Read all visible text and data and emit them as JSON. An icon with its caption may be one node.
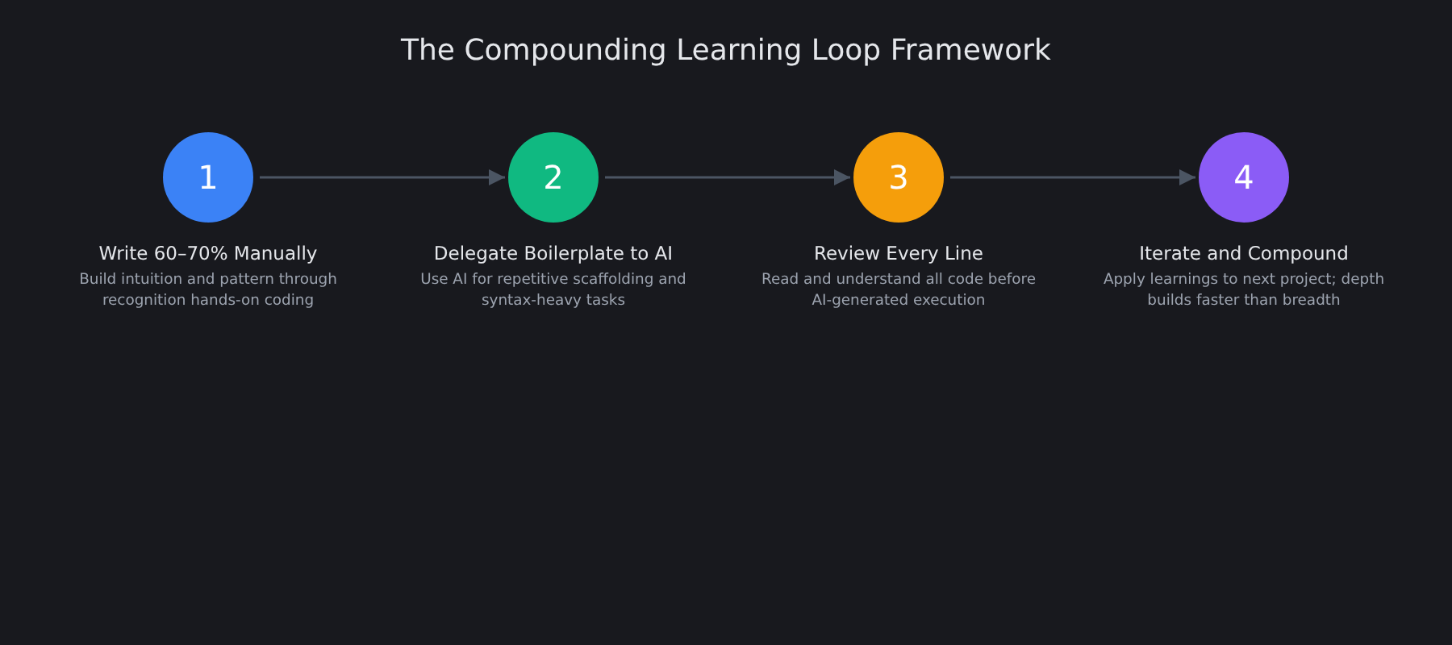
{
  "diagram": {
    "title": "The Compounding Learning Loop Framework",
    "nodes": [
      {
        "text": [
          "1",
          "Write 60–70% Manually",
          "Build intuition and pattern through recognition hands-on coding"
        ]
      },
      {
        "text": [
          "2",
          "Delegate Boilerplate to AI",
          "Use AI for repetitive scaffolding and syntax-heavy tasks"
        ]
      },
      {
        "text": [
          "3",
          "Review Every Line",
          "Read and understand all code before AI-generated execution"
        ]
      },
      {
        "text": [
          "4",
          "Iterate and Compound",
          "Apply learnings to next project; depth builds faster than breadth"
        ]
      }
    ],
    "edges": [
      {
        "from": 0,
        "to": 1,
        "arrow": "to"
      },
      {
        "from": 1,
        "to": 2,
        "arrow": "to"
      },
      {
        "from": 2,
        "to": 3,
        "arrow": "to"
      }
    ]
  }
}
